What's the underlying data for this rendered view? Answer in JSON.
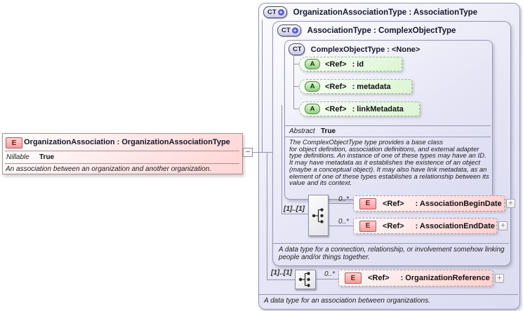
{
  "colors": {
    "container_fill": "#e6e6f6",
    "element_pink": "#ffd9d9",
    "attribute_green": "#ddf5d3",
    "sequence_gray": "#ededf0",
    "line": "#9393ab",
    "badge_e_bg": "#ffb9b9",
    "badge_a_bg": "#a8dd96",
    "badge_ct_bg": "#c9c9ea",
    "plus_circle_blue": "#5b5bcd"
  },
  "root_element": {
    "badge": "E",
    "title": "OrganizationAssociation : OrganizationAssociationType",
    "property_name": "Nillable",
    "property_value": "True",
    "documentation": "An association between an organization and another organization."
  },
  "connector": {
    "collapse_icon": "−"
  },
  "outer_type": {
    "badge": "CT",
    "expand_icon": "+",
    "title": "OrganizationAssociationType : AssociationType",
    "sequence_cardinality": "[1]..[1]",
    "child": {
      "cardinality": "0..*",
      "badge": "E",
      "ref": "<Ref>",
      "name": ": OrganizationReference",
      "expand_icon": "+"
    },
    "documentation": "A data type for an association between organizations."
  },
  "base_type": {
    "badge": "CT",
    "expand_icon": "+",
    "title": "AssociationType : ComplexObjectType",
    "sequence_cardinality": "[1]..[1]",
    "children": [
      {
        "cardinality": "0..*",
        "badge": "E",
        "ref": "<Ref>",
        "name": ": AssociationBeginDate",
        "expand_icon": "+"
      },
      {
        "cardinality": "0..*",
        "badge": "E",
        "ref": "<Ref>",
        "name": ": AssociationEndDate",
        "expand_icon": "+"
      }
    ],
    "documentation": "A data type for a connection, relationship, or involvement somehow linking\npeople and/or things together."
  },
  "core_type": {
    "badge": "CT",
    "title": "ComplexObjectType : <None>",
    "attributes": [
      {
        "badge": "A",
        "ref": "<Ref>",
        "name": ": id"
      },
      {
        "badge": "A",
        "ref": "<Ref>",
        "name": ": metadata"
      },
      {
        "badge": "A",
        "ref": "<Ref>",
        "name": ": linkMetadata"
      }
    ],
    "property_name": "Abstract",
    "property_value": "True",
    "documentation": "The ComplexObjectType type provides a base class\nfor object definition, association definitions, and external adapter\ntype definitions. An instance of one of these types may have an ID.\nIt may have metadata as it establishes the existence of an object\n(maybe a conceptual object). It may also have link metadata, as an\nelement of one of these types establishes a relationship between its\nvalue and its context."
  }
}
